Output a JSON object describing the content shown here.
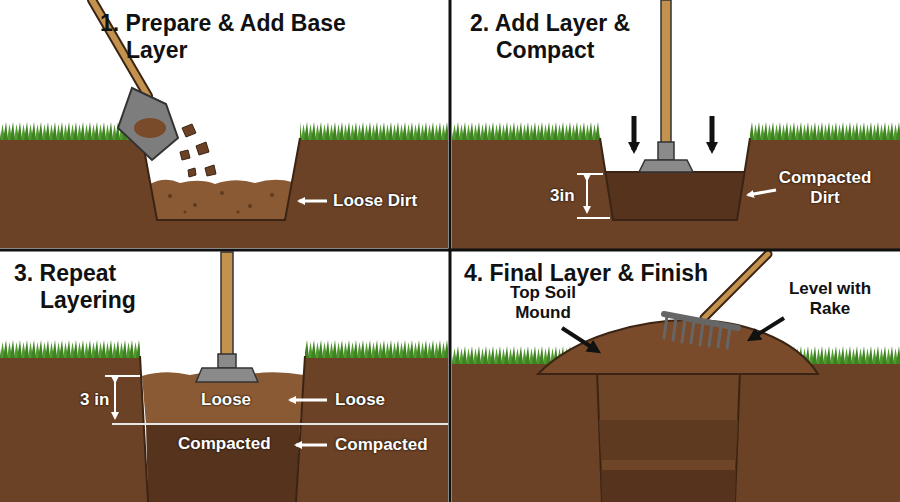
{
  "diagram": {
    "nodes": [
      {
        "text": [
          "1. Prepare & Add Base Layer"
        ]
      },
      {
        "text": [
          "2. Add Layer & Compact"
        ]
      },
      {
        "text": [
          "3. Repeat Layering"
        ]
      },
      {
        "text": [
          "4. Final Layer & Finish"
        ]
      }
    ],
    "labels": [
      "Loose Dirt",
      "3in",
      "Compacted Dirt",
      "3 in",
      "Loose",
      "Loose",
      "Compacted",
      "Compacted",
      "Top Soil Mound",
      "Level with Rake"
    ]
  }
}
